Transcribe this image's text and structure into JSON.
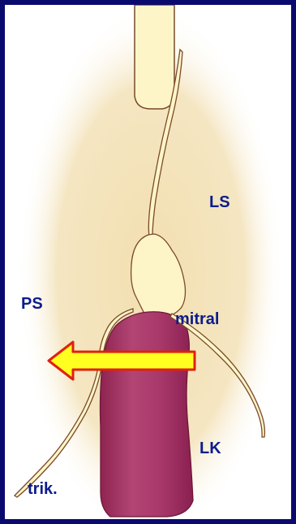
{
  "labels": {
    "ls": "LS",
    "ps": "PS",
    "mitral": "mitral",
    "lk": "LK",
    "trik": "trik."
  },
  "icons": [
    "beige-glow-background",
    "aorta-tube",
    "atrial-septum",
    "mitral-leaflet",
    "ventricle-muscle",
    "tricuspid-leaflet",
    "shunt-arrow-icon"
  ],
  "colors": {
    "frame_border": "#0a0a6e",
    "label_color": "#0c1c8c",
    "muscle": "#b04070",
    "tissue_fill": "#fdf5c8",
    "arrow_fill": "#ffff20",
    "arrow_outline": "#e02010",
    "background_glow": "#f2dfb0"
  }
}
